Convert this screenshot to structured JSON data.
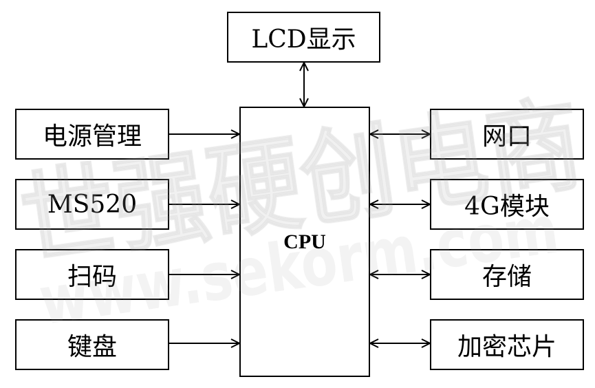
{
  "diagram": {
    "cpu": "CPU",
    "top": "LCD显示",
    "left": [
      "电源管理",
      "MS520",
      "扫码",
      "键盘"
    ],
    "right": [
      "网口",
      "4G模块",
      "存储",
      "加密芯片"
    ]
  },
  "watermark": {
    "cn": "世强硬创电商",
    "url": "www.sekorm.com"
  }
}
